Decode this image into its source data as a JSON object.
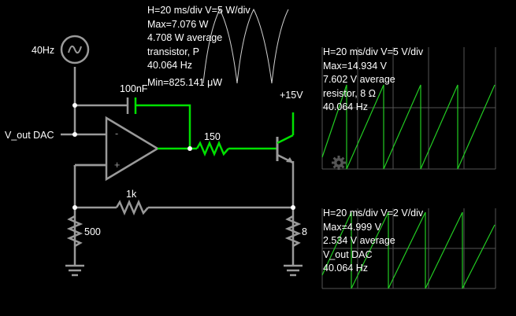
{
  "circuit": {
    "source_freq_label": "40Hz",
    "dac_label": "V_out DAC",
    "capacitor_label": "100nF",
    "r150_label": "150",
    "r1k_label": "1k",
    "r500_label": "500",
    "r8_label": "8",
    "supply_label": "+15V",
    "opamp_minus": "-",
    "opamp_plus": "+"
  },
  "scopes": {
    "transistor": {
      "lines": [
        "H=20 ms/div V=5 W/div",
        "Max=7.076 W",
        "4.708 W average",
        "transistor, P",
        "40.064 Hz"
      ],
      "min_line": "Min=825.141 μW",
      "trace_color": "#d0d0d0"
    },
    "resistor": {
      "lines": [
        "H=20 ms/div V=5 V/div",
        "Max=14.934 V",
        "7.602 V average",
        "resistor, 8 Ω",
        "40.064 Hz"
      ],
      "trace_color": "#22cc22",
      "grid_color": "#555555",
      "icon": "gear-icon"
    },
    "dac": {
      "lines": [
        "H=20 ms/div V=2 V/div",
        "Max=4.999 V",
        "2.534 V average",
        "V_out DAC",
        "40.064 Hz"
      ],
      "trace_color": "#22cc22",
      "grid_color": "#555555"
    }
  },
  "colors": {
    "wire": "#9a9a9a",
    "active": "#00e000",
    "white": "#ffffff"
  }
}
